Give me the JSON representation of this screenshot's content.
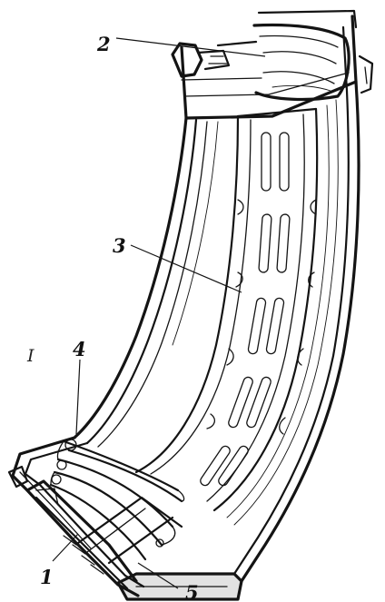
{
  "callouts": [
    {
      "id": "1",
      "label": "1"
    },
    {
      "id": "2",
      "label": "2"
    },
    {
      "id": "3",
      "label": "3"
    },
    {
      "id": "4",
      "label": "4"
    },
    {
      "id": "5",
      "label": "5"
    }
  ],
  "stray_mark": "I"
}
